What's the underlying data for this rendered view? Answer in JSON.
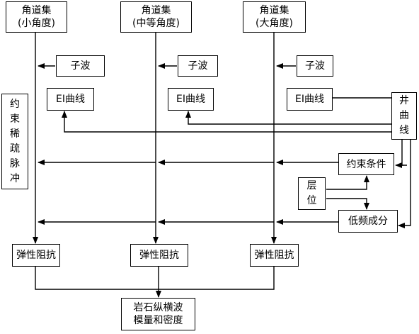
{
  "gathers": {
    "small": "角道集\n(小角度)",
    "medium": "角道集\n(中等角度)",
    "large": "角道集\n(大角度)"
  },
  "wavelet": [
    "子波",
    "子波",
    "子波"
  ],
  "ei_curve": [
    "EI曲线",
    "EI曲线",
    "EI曲线"
  ],
  "well_curve": "井\n曲\n线",
  "sparse_pulse": "约\n束\n稀\n疏\n脉\n冲",
  "constraint": "约束条件",
  "horizon": "层\n位",
  "low_freq": "低频成分",
  "elastic_impedance": [
    "弹性阻抗",
    "弹性阻抗",
    "弹性阻抗"
  ],
  "result": "岩石纵横波\n模量和密度"
}
